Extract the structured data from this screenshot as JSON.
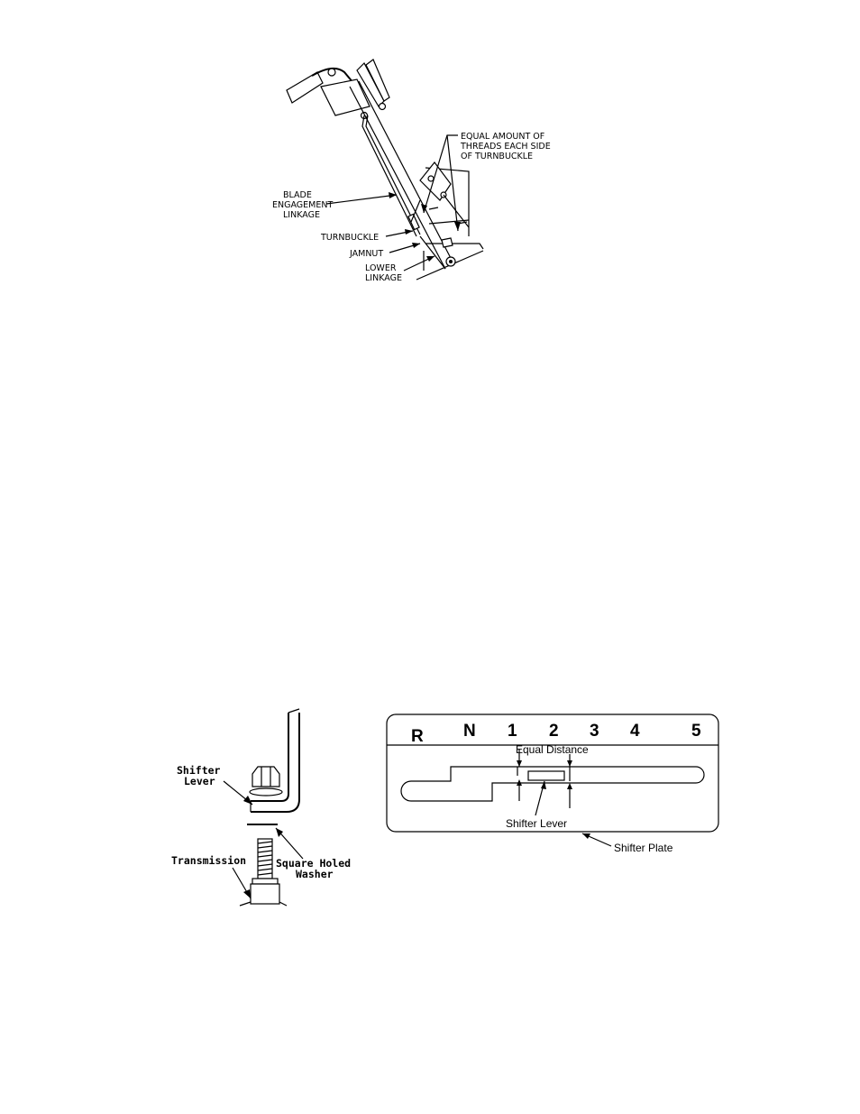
{
  "figure_top": {
    "labels": {
      "threads_line1": "EQUAL AMOUNT OF",
      "threads_line2": "THREADS EACH SIDE",
      "threads_line3": "OF TURNBUCKLE",
      "blade_line1": "BLADE",
      "blade_line2": "ENGAGEMENT",
      "blade_line3": "LINKAGE",
      "turnbuckle": "TURNBUCKLE",
      "jamnut": "JAMNUT",
      "lower_line1": "LOWER",
      "lower_line2": "LINKAGE"
    }
  },
  "figure_left": {
    "labels": {
      "shifter_line1": "Shifter",
      "shifter_line2": "Lever",
      "transmission": "Transmission",
      "washer_line1": "Square Holed",
      "washer_line2": "Washer"
    }
  },
  "figure_right": {
    "gears": [
      "R",
      "N",
      "1",
      "2",
      "3",
      "4",
      "5"
    ],
    "labels": {
      "equal_distance": "Equal Distance",
      "shifter_lever": "Shifter Lever",
      "shifter_plate": "Shifter Plate"
    }
  }
}
